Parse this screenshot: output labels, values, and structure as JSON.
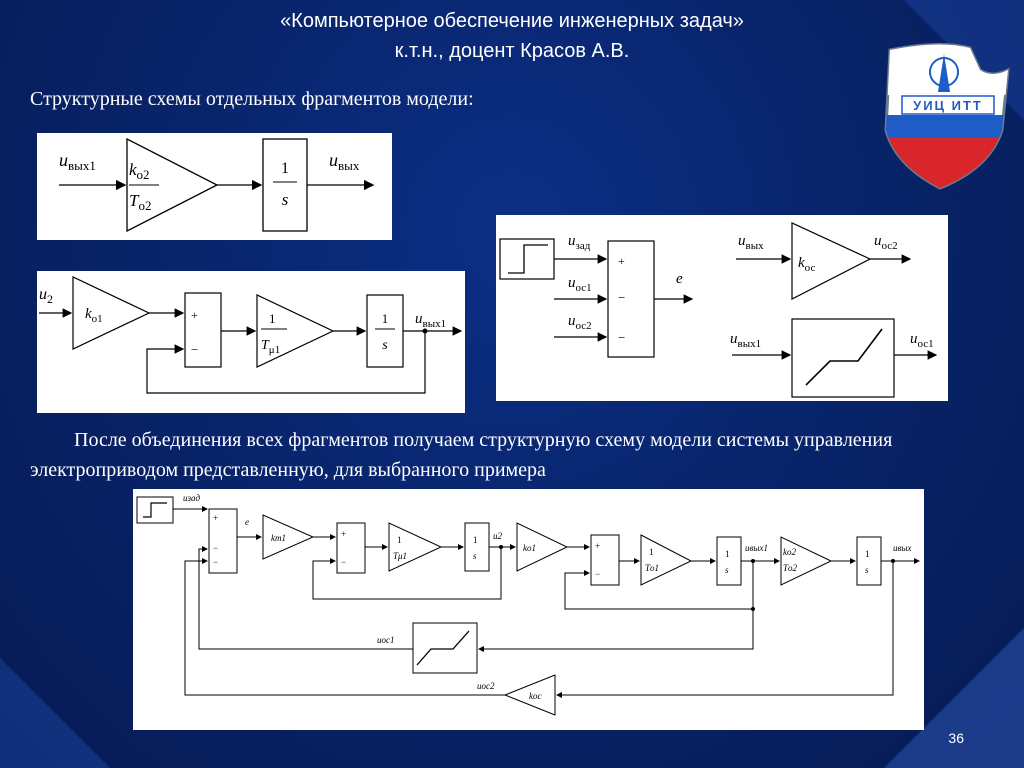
{
  "header": {
    "title": "«Компьютерное обеспечение инженерных задач»",
    "subtitle": "к.т.н., доцент Красов А.В."
  },
  "logo": {
    "text": "УИЦ ИТТ"
  },
  "section_heading": "Структурные схемы отдельных фрагментов модели:",
  "paragraph": "После объединения всех фрагментов получаем структурную схему модели системы управления электроприводом представленную, для выбранного примера",
  "page_number": "36",
  "colors": {
    "background": "#08246b",
    "text": "#ffffff",
    "diagram_bg": "#ffffff",
    "line": "#000000"
  },
  "diagram1": {
    "input_label": "u",
    "input_sub": "вых1",
    "gain_num": "k",
    "gain_num_sub": "о2",
    "gain_den": "T",
    "gain_den_sub": "о2",
    "integ_num": "1",
    "integ_den": "s",
    "output_label": "u",
    "output_sub": "вых"
  },
  "diagram2": {
    "input_label": "u",
    "input_sub": "2",
    "gain_label": "k",
    "gain_sub": "о1",
    "plus": "+",
    "minus": "−",
    "tf_num": "1",
    "tf_den": "T",
    "tf_den_sub": "μ1",
    "integ_num": "1",
    "integ_den": "s",
    "output_label": "u",
    "output_sub": "вых1"
  },
  "diagram3": {
    "u_zad": "u",
    "u_zad_sub": "зад",
    "u_oc1": "u",
    "u_oc1_sub": "ос1",
    "u_oc2": "u",
    "u_oc2_sub": "ос2",
    "plus": "+",
    "minus": "−",
    "e": "e",
    "u_vyh": "u",
    "u_vyh_sub": "вых",
    "k_oc": "k",
    "k_oc_sub": "ос",
    "u_oc2_out": "u",
    "u_oc2_out_sub": "ос2",
    "u_vyh1": "u",
    "u_vyh1_sub": "вых1",
    "u_oc1_out": "u",
    "u_oc1_out_sub": "ос1"
  },
  "diagram4": {
    "u_zad": "uзад",
    "e": "e",
    "plus": "+",
    "minus": "−",
    "k_m1": "km1",
    "tf1_num": "1",
    "tf1_den": "Tμ1",
    "integ1_num": "1",
    "integ1_den": "s",
    "u2": "u2",
    "k_o1": "kо1",
    "tf2_num": "1",
    "tf2_den": "Tо1",
    "integ2_num": "1",
    "integ2_den": "s",
    "u_vyh1": "uвых1",
    "k_o2_num": "kо2",
    "k_o2_den": "Tо2",
    "integ3_num": "1",
    "integ3_den": "s",
    "u_vyh": "uвых",
    "u_oc1": "uос1",
    "u_oc2": "uос2",
    "k_oc": "kос"
  }
}
